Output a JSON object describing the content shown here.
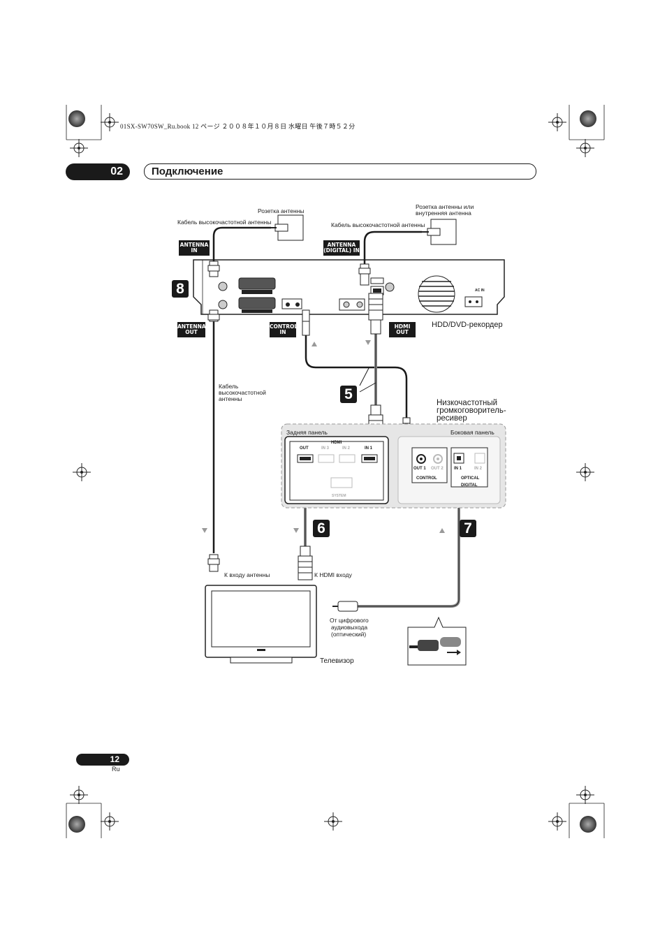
{
  "header": {
    "file_info": "01SX-SW70SW_Ru.book  12 ページ  ２００８年１０月８日  水曜日  午後７時５２分",
    "chapter_number": "02",
    "section_title": "Подключение"
  },
  "footer": {
    "page_number": "12",
    "language": "Ru"
  },
  "diagram": {
    "labels": {
      "antenna_socket": "Розетка антенны",
      "rf_cable_left": "Кабель высокочастотной антенны",
      "antenna_socket_internal_1": "Розетка антенны или",
      "antenna_socket_internal_2": "внутренняя антенна",
      "rf_cable_right": "Кабель высокочастотной антенны",
      "recorder": "HDD/DVD-рекордер",
      "rf_cable_vertical_1": "Кабель",
      "rf_cable_vertical_2": "высокочастотной",
      "rf_cable_vertical_3": "антенны",
      "subwoofer_1": "Низкочастотный",
      "subwoofer_2": "громкоговоритель-",
      "subwoofer_3": "ресивер",
      "rear_panel": "Задняя панель",
      "side_panel": "Боковая панель",
      "to_antenna_input": "К входу антенны",
      "to_hdmi_input": "К HDMI входу",
      "digital_out_1": "От цифрового",
      "digital_out_2": "аудиовыхода",
      "digital_out_3": "(оптический)",
      "tv": "Телевизор"
    },
    "tags": {
      "antenna_in_1": "ANTENNA",
      "antenna_in_2": "IN",
      "antenna_digital_in_1": "ANTENNA",
      "antenna_digital_in_2": "(DIGITAL) IN",
      "antenna_out_1": "ANTENNA",
      "antenna_out_2": "OUT",
      "control_in_1": "CONTROL",
      "control_in_2": "IN",
      "hdmi_out_1": "HDMI",
      "hdmi_out_2": "OUT"
    },
    "steps": {
      "step_8": "8",
      "step_5": "5",
      "step_6": "6",
      "step_7": "7"
    },
    "panel_text": {
      "hdmi": "HDMI",
      "out": "OUT",
      "in3": "IN 3",
      "in2": "IN 2",
      "in1": "IN 1",
      "system": "SYSTEM",
      "ctrl_out1": "OUT 1",
      "ctrl_out2": "OUT 2",
      "control": "CONTROL",
      "opt_in1": "IN 1",
      "opt_in2": "IN 2",
      "optical": "OPTICAL",
      "digital": "DIGITAL",
      "ac_in": "AC IN"
    }
  }
}
